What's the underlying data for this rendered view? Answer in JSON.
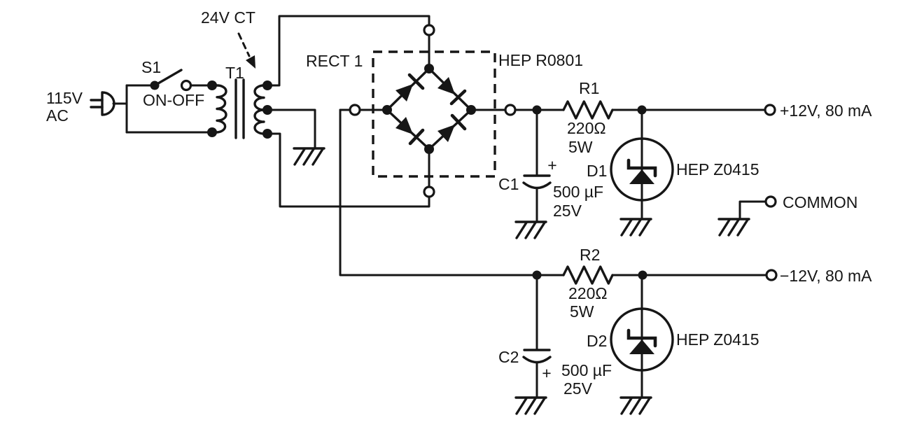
{
  "schematic": {
    "source": {
      "voltage": "115V",
      "kind": "AC"
    },
    "switch": {
      "ref": "S1",
      "label": "ON-OFF"
    },
    "transformer": {
      "ref": "T1",
      "secondary": "24V CT"
    },
    "rectifier": {
      "ref": "RECT 1",
      "part": "HEP R0801"
    },
    "r1": {
      "ref": "R1",
      "value": "220Ω",
      "power": "5W"
    },
    "c1": {
      "ref": "C1",
      "value": "500 µF",
      "voltage": "25V",
      "polarity": "+"
    },
    "d1": {
      "ref": "D1",
      "part": "HEP Z0415"
    },
    "r2": {
      "ref": "R2",
      "value": "220Ω",
      "power": "5W"
    },
    "c2": {
      "ref": "C2",
      "value": "500 µF",
      "voltage": "25V",
      "polarity": "+"
    },
    "d2": {
      "ref": "D2",
      "part": "HEP Z0415"
    },
    "outputs": {
      "positive": "+12V, 80 mA",
      "common": "COMMON",
      "negative": "−12V, 80 mA"
    }
  },
  "colors": {
    "ink": "#161616",
    "background": "#ffffff"
  }
}
